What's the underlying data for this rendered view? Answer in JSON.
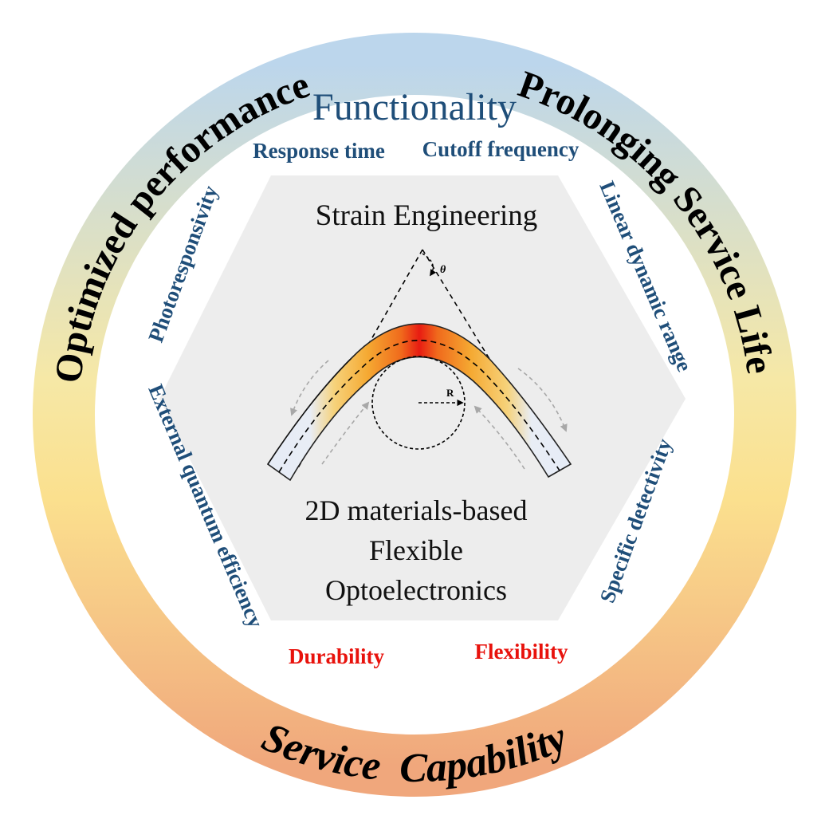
{
  "ring": {
    "top_left": "Optimized performance",
    "top_right": "Prolonging Service Life",
    "bottom": "Service  Capability"
  },
  "functionality": {
    "title": "Functionality",
    "response_time": "Response time",
    "cutoff_frequency": "Cutoff frequency",
    "photoresponsivity": "Photoresponsivity",
    "linear_dynamic_range": "Linear dynamic range",
    "external_quantum_efficiency": "External quantum efficiency",
    "specific_detectivity": "Specific detectivity"
  },
  "service": {
    "durability": "Durability",
    "flexibility": "Flexibility"
  },
  "center": {
    "strain_engineering": "Strain Engineering",
    "angle_symbol": "θ",
    "radius_symbol": "R",
    "line1": "2D materials-based",
    "line2": "Flexible",
    "line3": "Optoelectronics"
  },
  "colors": {
    "ring_top": "#bcd6ec",
    "ring_mid": "#f8e7a0",
    "ring_bottom": "#f0a77c",
    "hexagon": "#ededed",
    "blue_text": "#1f4e79",
    "red_text": "#e8120c",
    "hot": "#e81c12",
    "warm": "#f7c640"
  }
}
